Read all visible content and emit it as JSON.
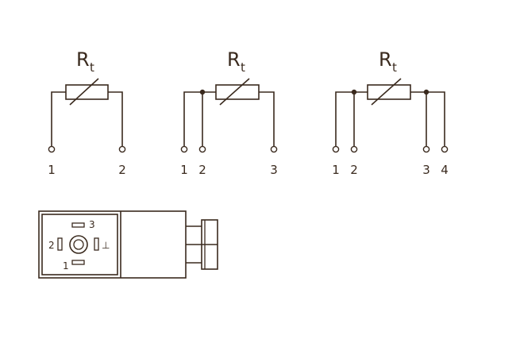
{
  "colors": {
    "line": "#3a2a1e",
    "background": "#ffffff"
  },
  "resistor_label": "R",
  "resistor_subscript": "t",
  "two_wire": {
    "terminals": [
      "1",
      "2"
    ]
  },
  "three_wire": {
    "terminals": [
      "1",
      "2",
      "3"
    ]
  },
  "four_wire": {
    "terminals": [
      "1",
      "2",
      "3",
      "4"
    ]
  },
  "connector": {
    "pins": {
      "top": "3",
      "left": "2",
      "bottom": "1",
      "right": "⊥"
    }
  }
}
